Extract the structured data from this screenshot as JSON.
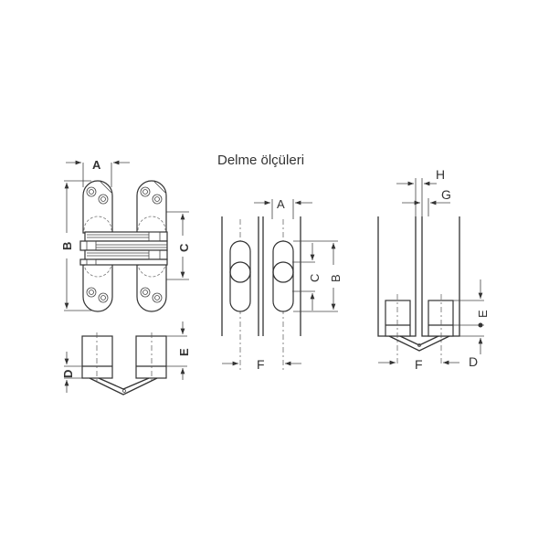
{
  "title": "Delme ölçüleri",
  "colors": {
    "line": "#333333",
    "background": "#ffffff"
  },
  "views": {
    "front": {
      "labels": {
        "A": "A",
        "B": "B",
        "C": "C"
      }
    },
    "bottom": {
      "labels": {
        "D": "D",
        "E": "E"
      }
    },
    "drilling": {
      "labels": {
        "A": "A",
        "B": "B",
        "C": "C",
        "F": "F"
      }
    },
    "side": {
      "labels": {
        "H": "H",
        "G": "G",
        "E": "E",
        "F": "F",
        "D": "D"
      }
    }
  }
}
